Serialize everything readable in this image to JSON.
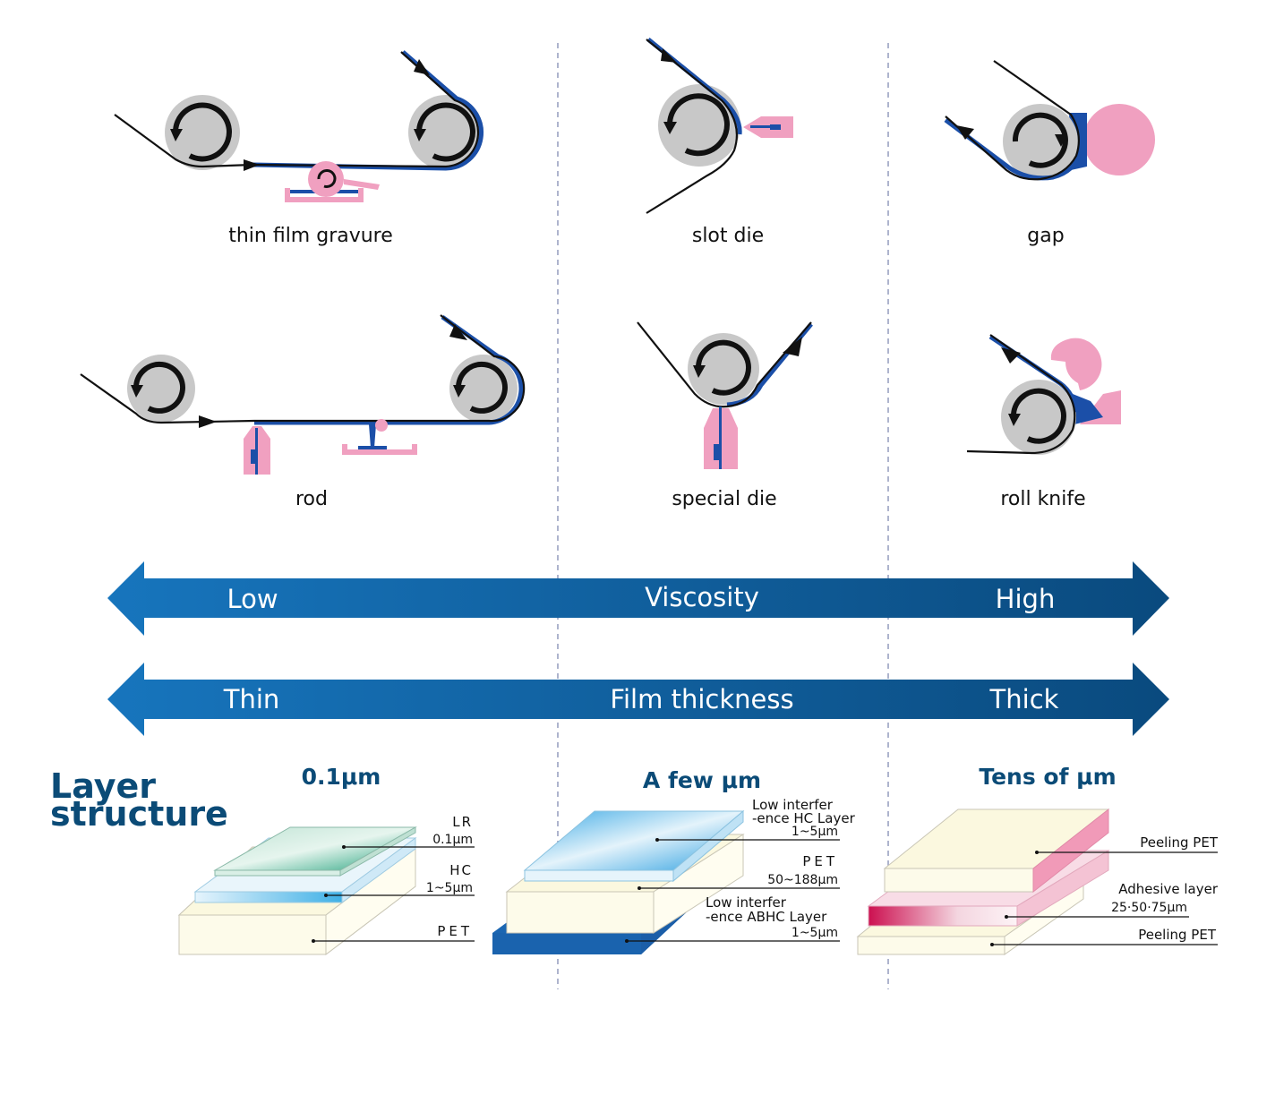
{
  "methods": {
    "thin_film_gravure": "thin film gravure",
    "slot_die": "slot die",
    "gap": "gap",
    "rod": "rod",
    "special_die": "special die",
    "roll_knife": "roll knife"
  },
  "viscosity": {
    "low": "Low",
    "title": "Viscosity",
    "high": "High"
  },
  "thickness": {
    "thin": "Thin",
    "title": "Film thickness",
    "thick": "Thick"
  },
  "layer": {
    "title_line1": "Layer",
    "title_line2": "structure",
    "col1": {
      "title": "0.1μm",
      "lr": "LR",
      "lr_size": "0.1μm",
      "hc": "HC",
      "hc_size": "1~5μm",
      "pet": "PET"
    },
    "col2": {
      "title": "A few μm",
      "top_1": "Low interfer",
      "top_2": "-ence HC Layer",
      "top_size": "1~5μm",
      "pet": "PET",
      "pet_size": "50~188μm",
      "bot_1": "Low interfer",
      "bot_2": "-ence ABHC Layer",
      "bot_size": "1~5μm"
    },
    "col3": {
      "title": "Tens of μm",
      "peel_top": "Peeling PET",
      "adhesive": "Adhesive layer",
      "adhesive_size": "25·50·75μm",
      "peel_bot": "Peeling PET"
    }
  },
  "colors": {
    "arrow_start": "#1775bd",
    "arrow_end": "#0a4a7e",
    "title_blue": "#0b4b77",
    "roller_gray": "#c8c8c8",
    "coating_pink": "#f0a0c0",
    "coating_blue": "#1b4fa8",
    "divider": "#8c94b8"
  }
}
